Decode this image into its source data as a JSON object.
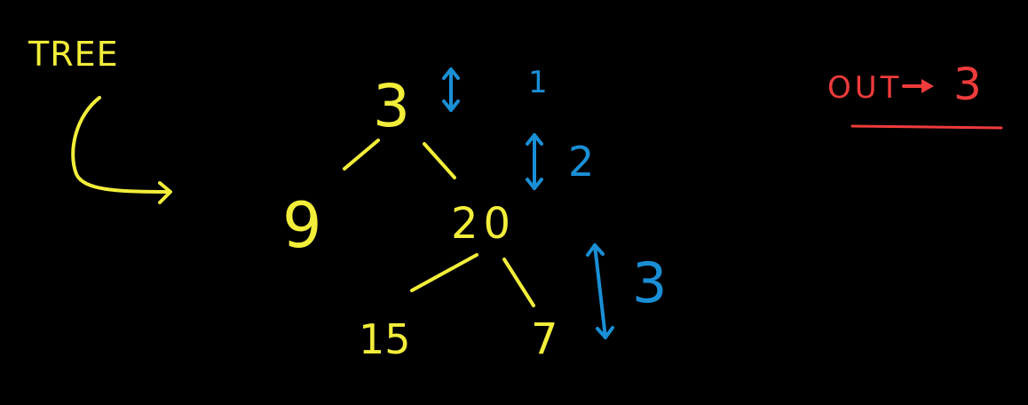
{
  "title": "TREE",
  "colors": {
    "background": "#000000",
    "tree": "#f2ee3a",
    "levels": "#1a8fd6",
    "output": "#ef3b3b"
  },
  "tree": {
    "root": "3",
    "left": "9",
    "right": "20",
    "right_left": "15",
    "right_right": "7"
  },
  "levels": [
    "1",
    "2",
    "3"
  ],
  "output": {
    "label": "OUT",
    "value": "3"
  }
}
